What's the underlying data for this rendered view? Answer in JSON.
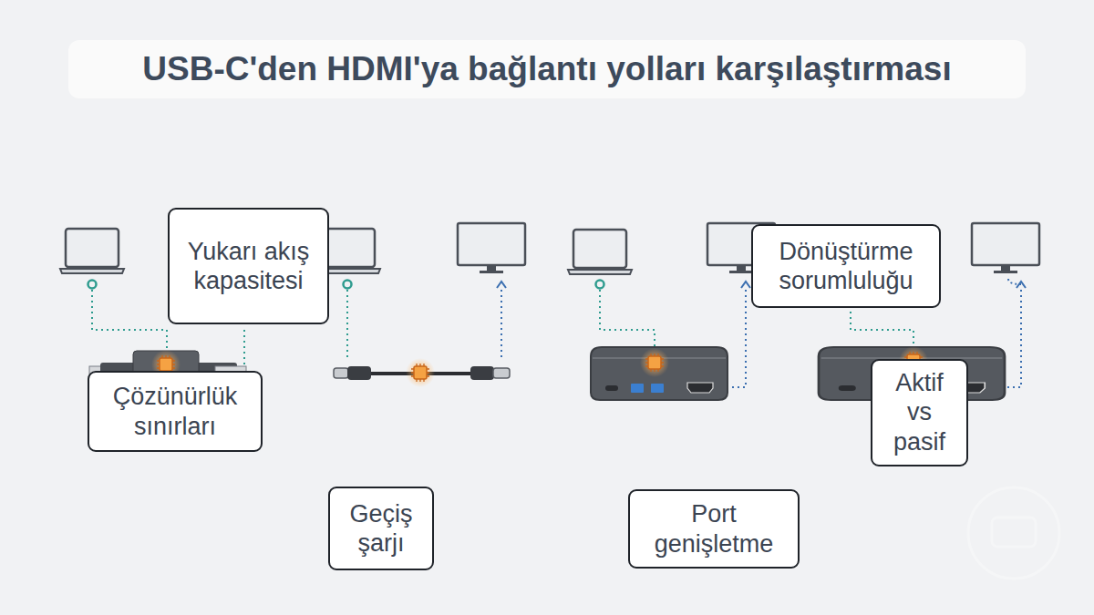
{
  "diagram": {
    "title": "USB-C'den HDMI'ya bağlantı yolları karşılaştırması",
    "nodes": [
      {
        "text": [
          "Yukarı akış kapasitesi"
        ]
      },
      {
        "text": [
          "Çözünürlük sınırları"
        ]
      },
      {
        "text": [
          "Geçiş şarjı"
        ]
      },
      {
        "text": [
          "Dönüştürme sorumluluğu"
        ]
      },
      {
        "text": [
          "Aktif vs pasif"
        ]
      },
      {
        "text": [
          "Port genişletme"
        ]
      }
    ]
  }
}
